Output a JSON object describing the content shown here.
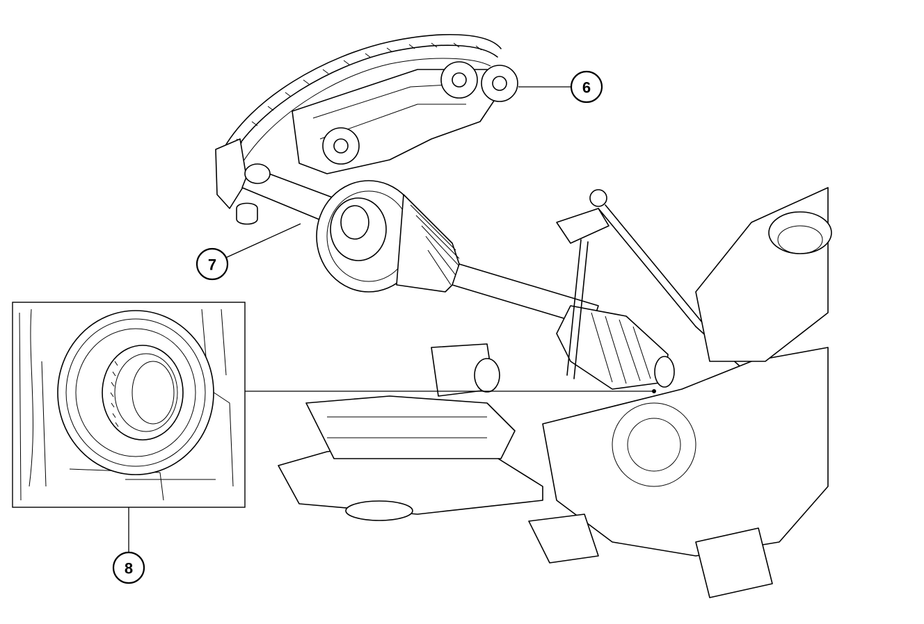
{
  "callouts": [
    {
      "id": "6",
      "label": "6"
    },
    {
      "id": "7",
      "label": "7"
    },
    {
      "id": "8",
      "label": "8"
    }
  ],
  "parts": {
    "upper_assembly": "brake-rotor-and-knuckle",
    "axle_shaft": "half-shaft-with-cv-boots",
    "inset_detail": "axle-seal-detail",
    "lower_assembly": "differential-and-crossmember"
  }
}
